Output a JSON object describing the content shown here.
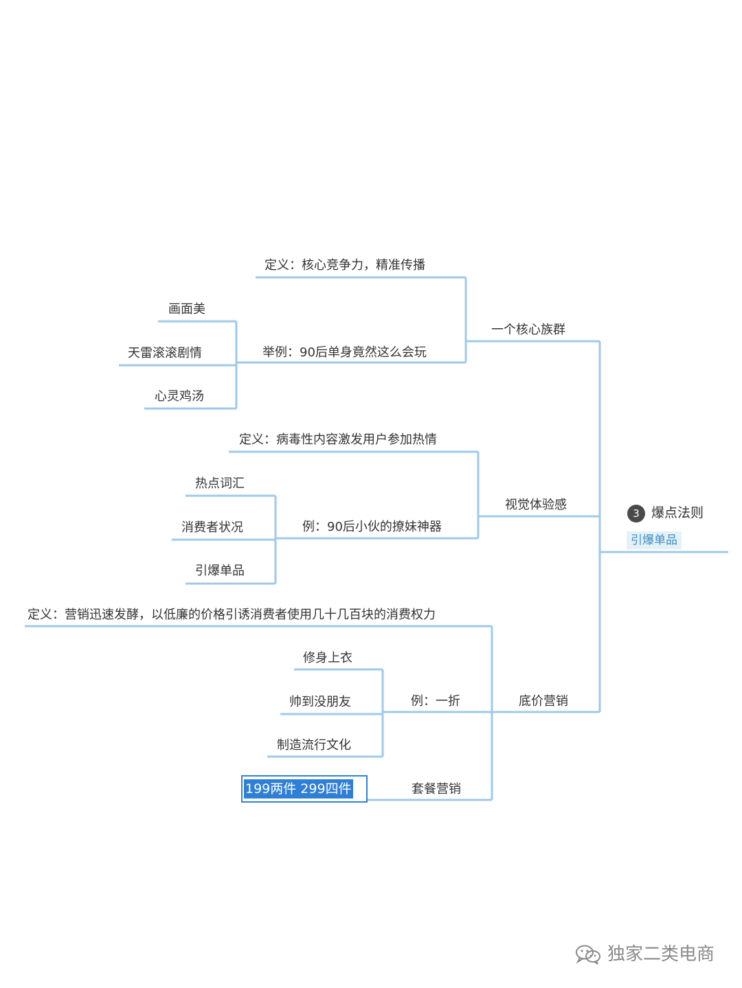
{
  "mindmap": {
    "root": {
      "number": "3",
      "title": "爆点法则",
      "tag": "引爆单品"
    },
    "branches": [
      {
        "label": "一个核心族群",
        "children": [
          {
            "label": "定义：核心竞争力，精准传播",
            "children": []
          },
          {
            "label": "举例：90后单身竟然这么会玩",
            "children": [
              "画面美",
              "天雷滚滚剧情",
              "心灵鸡汤"
            ]
          }
        ]
      },
      {
        "label": "视觉体验感",
        "children": [
          {
            "label": "定义：病毒性内容激发用户参加热情",
            "children": []
          },
          {
            "label": "例：90后小伙的撩妹神器",
            "children": [
              "热点词汇",
              "消费者状况",
              "引爆单品"
            ]
          }
        ]
      },
      {
        "label": "底价营销",
        "children": [
          {
            "label": "定义：营销迅速发酵，以低廉的价格引诱消费者使用几十几百块的消费权力",
            "children": []
          },
          {
            "label": "例：一折",
            "children": [
              "修身上衣",
              "帅到没朋友",
              "制造流行文化"
            ]
          },
          {
            "label": "套餐营销",
            "children": [
              "199两件 299四件"
            ]
          }
        ]
      }
    ]
  },
  "colors": {
    "connector": "#9fc9ea",
    "selection": "#2f7fd6",
    "text": "#333333"
  },
  "watermark": {
    "icon": "wechat-icon",
    "text": "独家二类电商"
  }
}
